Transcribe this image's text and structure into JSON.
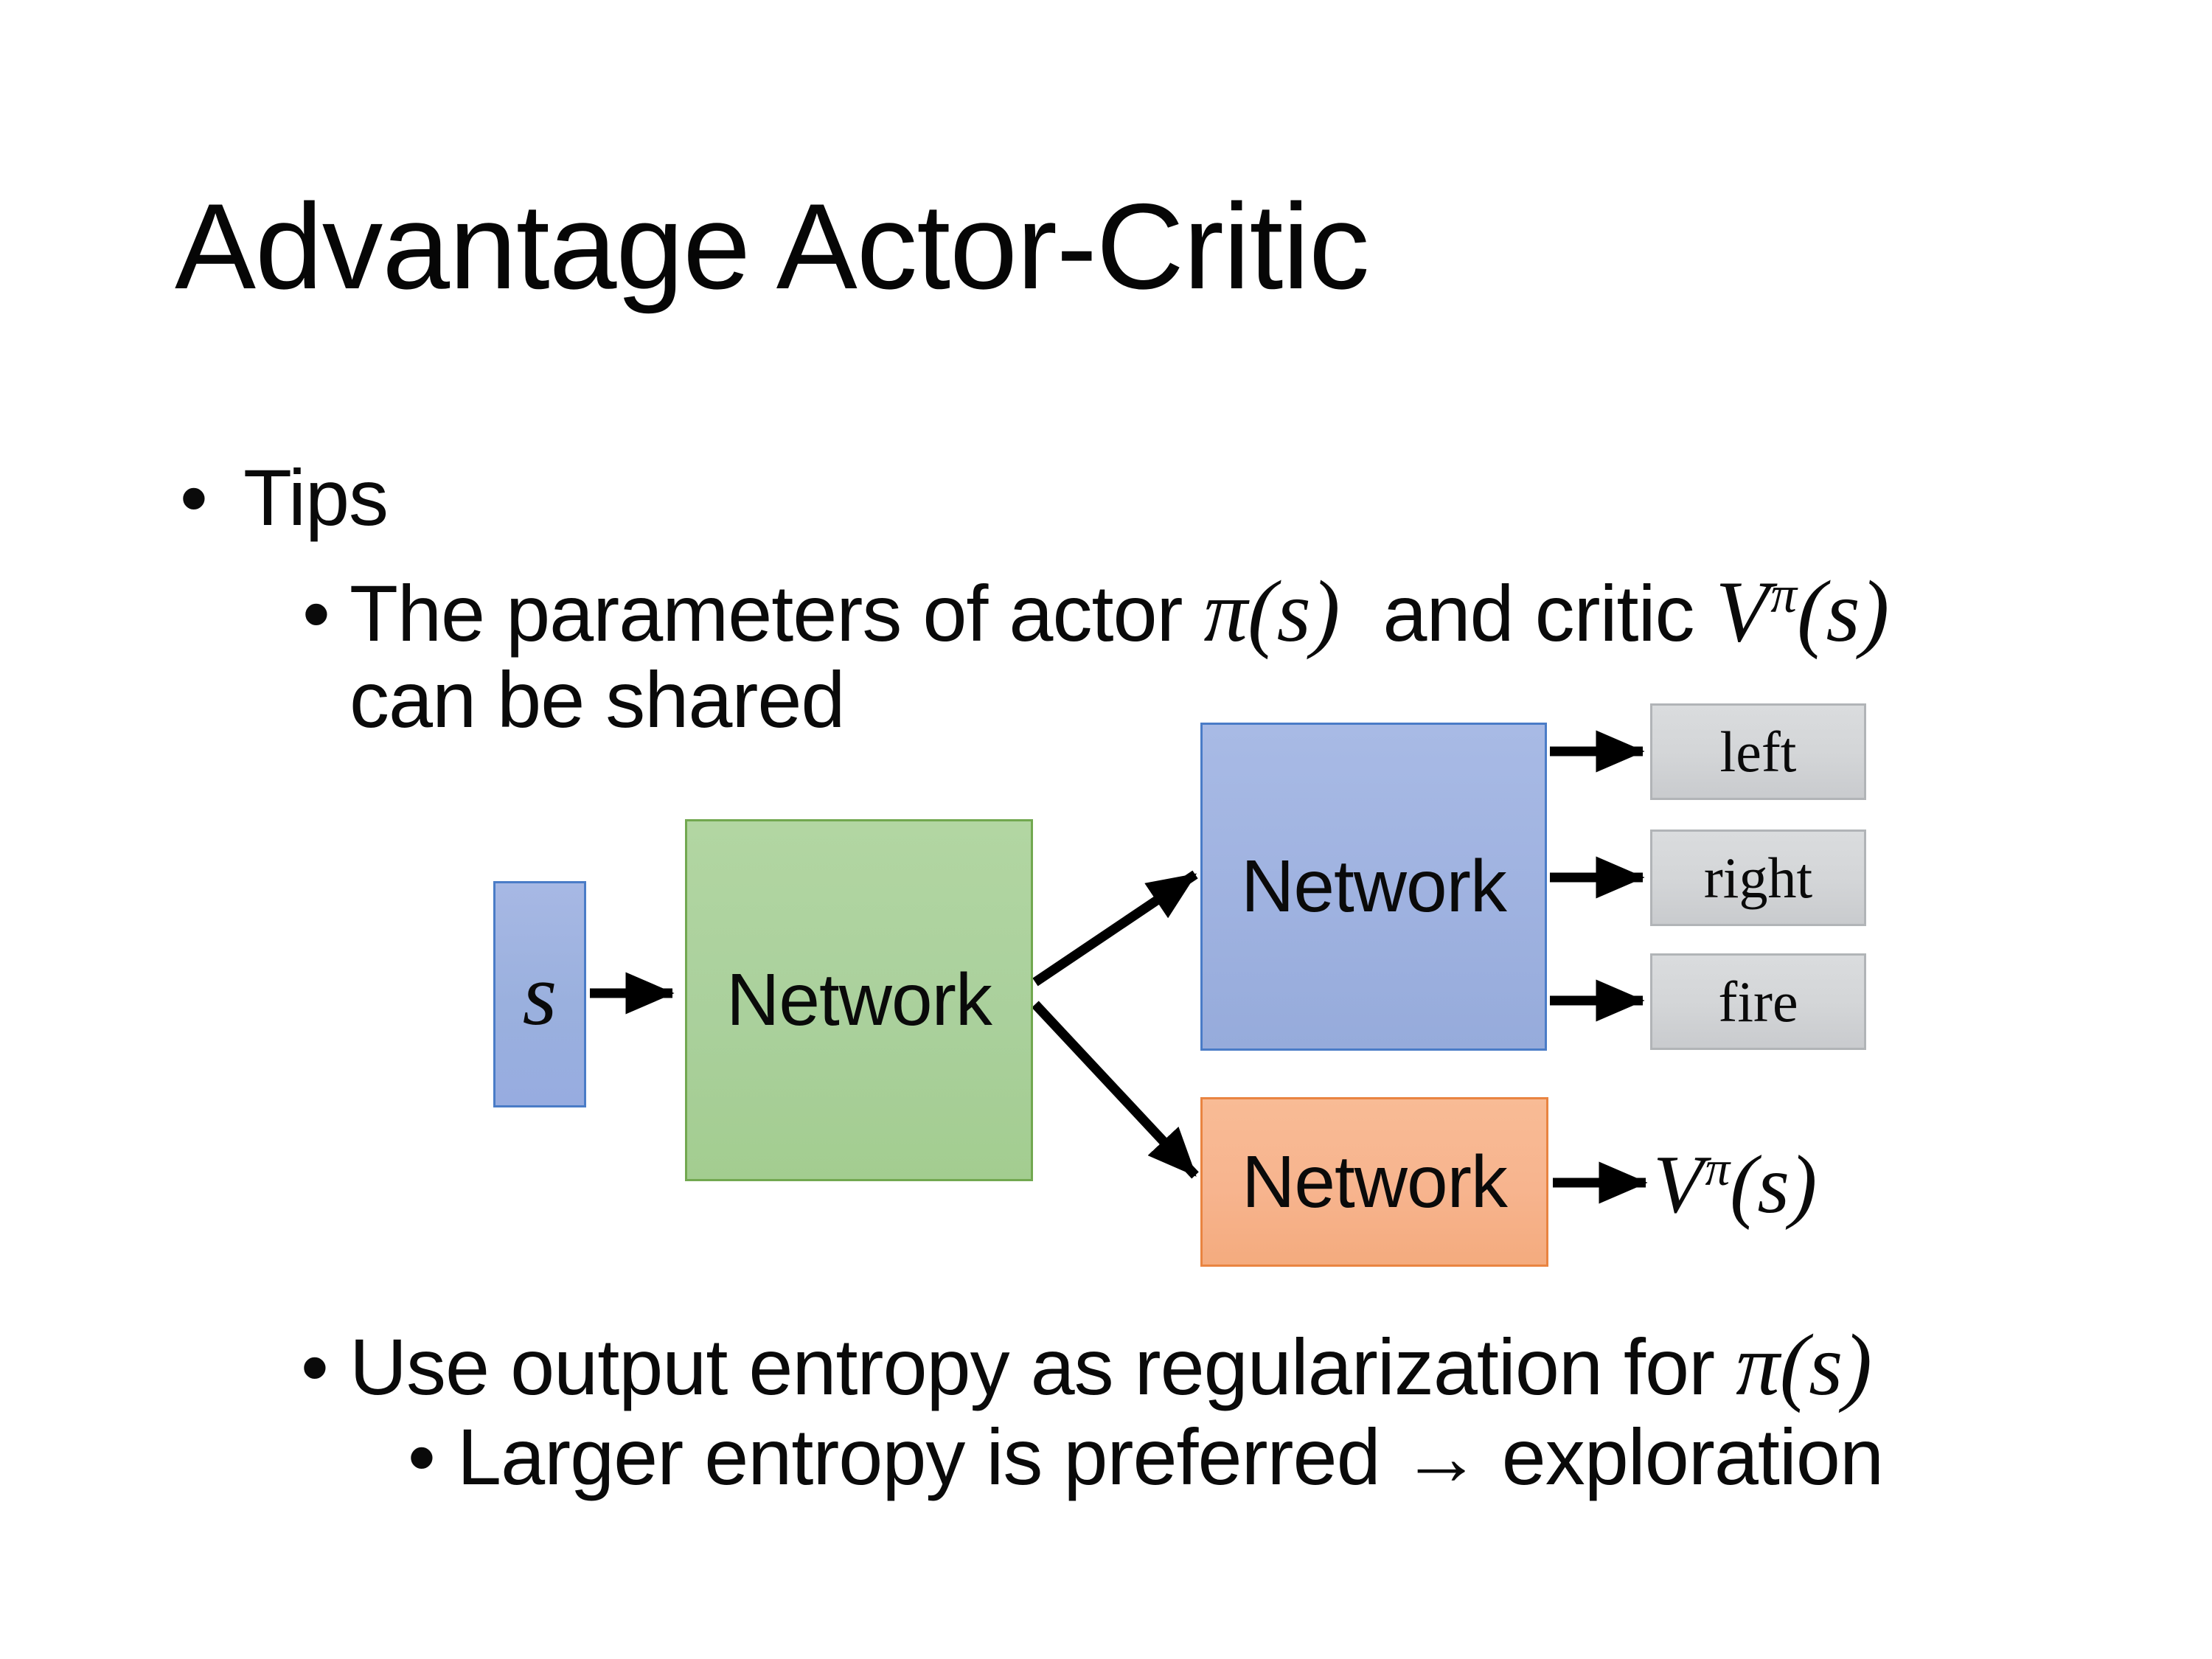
{
  "slide": {
    "title": "Advantage Actor-Critic"
  },
  "bullets": {
    "marker": "•",
    "tips": "Tips",
    "params_prefix": "The parameters of actor ",
    "params_math_actor": "π(s)",
    "params_middle": "  and critic ",
    "params_value_base": "V",
    "params_value_sup": "π",
    "params_value_args": "(s)",
    "params_line2": "can be shared",
    "entropy_prefix": "Use output entropy as regularization for ",
    "entropy_math": "π(s)",
    "exploration": "Larger entropy is preferred → exploration"
  },
  "diagram": {
    "state_label": "s",
    "shared_network_label": "Network",
    "actor_network_label": "Network",
    "critic_network_label": "Network",
    "actions": [
      "left",
      "right",
      "fire"
    ],
    "value_base": "V",
    "value_sup": "π",
    "value_args": "(s)",
    "colors": {
      "state_fill": "#9fb2e0",
      "state_border": "#4a7cc7",
      "shared_fill": "#aad09c",
      "shared_border": "#72a850",
      "actor_fill": "#9fb2e0",
      "actor_border": "#4a7cc7",
      "critic_fill": "#f7b48e",
      "critic_border": "#e98441",
      "action_fill": "#d3d5d7",
      "action_border": "#b1b4b7",
      "arrow": "#000000",
      "text": "#0a0a0a",
      "background": "#ffffff"
    }
  }
}
